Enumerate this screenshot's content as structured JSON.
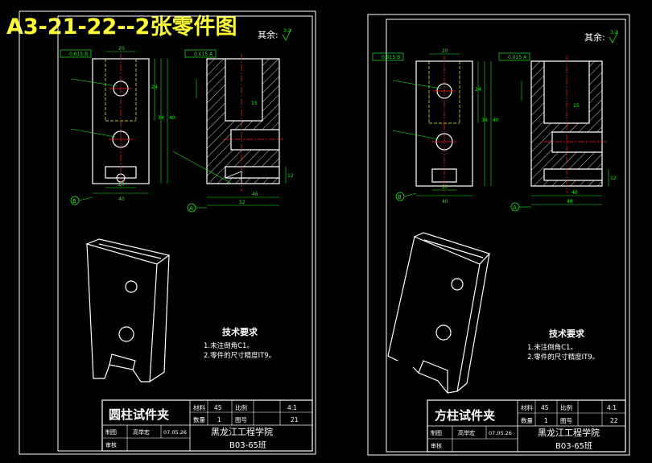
{
  "banner": "A3-21-22--2张零件图",
  "sheets": [
    {
      "finish_label": "其余:",
      "roughness": "3.2",
      "tech_title": "技术要求",
      "tech_items": [
        "1.未注倒角C1。",
        "2.零件的尺寸精度IT9。"
      ],
      "part_name": "圆柱试件夹",
      "material_label": "材料",
      "material": "45",
      "scale_label": "比例",
      "scale": "4:1",
      "qty_label": "数量",
      "qty": "1",
      "dwg_no_label": "图号",
      "dwg_no": "21",
      "drawn_label": "制图",
      "drawer": "高举宏",
      "date": "07.05.26",
      "check_label": "审核",
      "school": "黑龙江工程学院",
      "class_name": "B03-65班",
      "datum_a": "A",
      "datum_b": "B",
      "front_dims": [
        "20",
        "24",
        "34",
        "40",
        "20",
        "40"
      ],
      "side_dims": [
        "46",
        "52",
        "12",
        "15"
      ],
      "frames": [
        "0.015 B",
        "0.015 A"
      ]
    },
    {
      "finish_label": "其余:",
      "roughness": "3.2",
      "tech_title": "技术要求",
      "tech_items": [
        "1.未注倒角C1。",
        "2.零件的尺寸精度IT9。"
      ],
      "part_name": "方柱试件夹",
      "material_label": "材料",
      "material": "45",
      "scale_label": "比例",
      "scale": "4:1",
      "qty_label": "数量",
      "qty": "1",
      "dwg_no_label": "图号",
      "dwg_no": "22",
      "drawn_label": "制图",
      "drawer": "高举宏",
      "date": "07.05.26",
      "check_label": "审核",
      "school": "黑龙江工程学院",
      "class_name": "B03-65班",
      "datum_a": "A",
      "datum_b": "B",
      "front_dims": [
        "20",
        "24",
        "34",
        "40",
        "20",
        "40"
      ],
      "side_dims": [
        "40",
        "48",
        "12",
        "15"
      ],
      "frames": [
        "0.015 B",
        "0.015 A"
      ]
    }
  ],
  "colors": {
    "background": "#000000",
    "outline": "#ffffff",
    "dimension": "#1eea1e",
    "centerline": "#ff2020",
    "hidden": "#ffff33",
    "banner": "#ffff33"
  }
}
